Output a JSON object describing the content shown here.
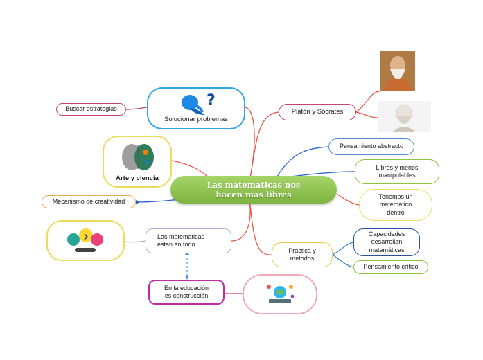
{
  "central": {
    "title": "Las matematicas nos hacen mas libres"
  },
  "nodes": {
    "buscar": "Buscar estrategias",
    "solucionar": "Solucionar problemas",
    "arte": "Arte y ciencia",
    "mecanismo": "Mecanismo de creatividad",
    "estan": "Las matematicas estan en todo",
    "educacion": "En la educación es construcción",
    "platon": "Platón y Sócrates",
    "abstracto": "Pensamiento abstracto",
    "libres": "Libres y menos manipulables",
    "tenemos": "Tenemos un matematico dentro",
    "practica": "Práctica y métodos",
    "capacidades": "Capacidades desarrollan matemáticas",
    "critico": "Pensamiento crítico"
  },
  "colors": {
    "central": "#8cc63f",
    "red_link": "#e74c3c",
    "blue_link": "#1f5fd1",
    "dashed_link": "#4a90e2"
  }
}
